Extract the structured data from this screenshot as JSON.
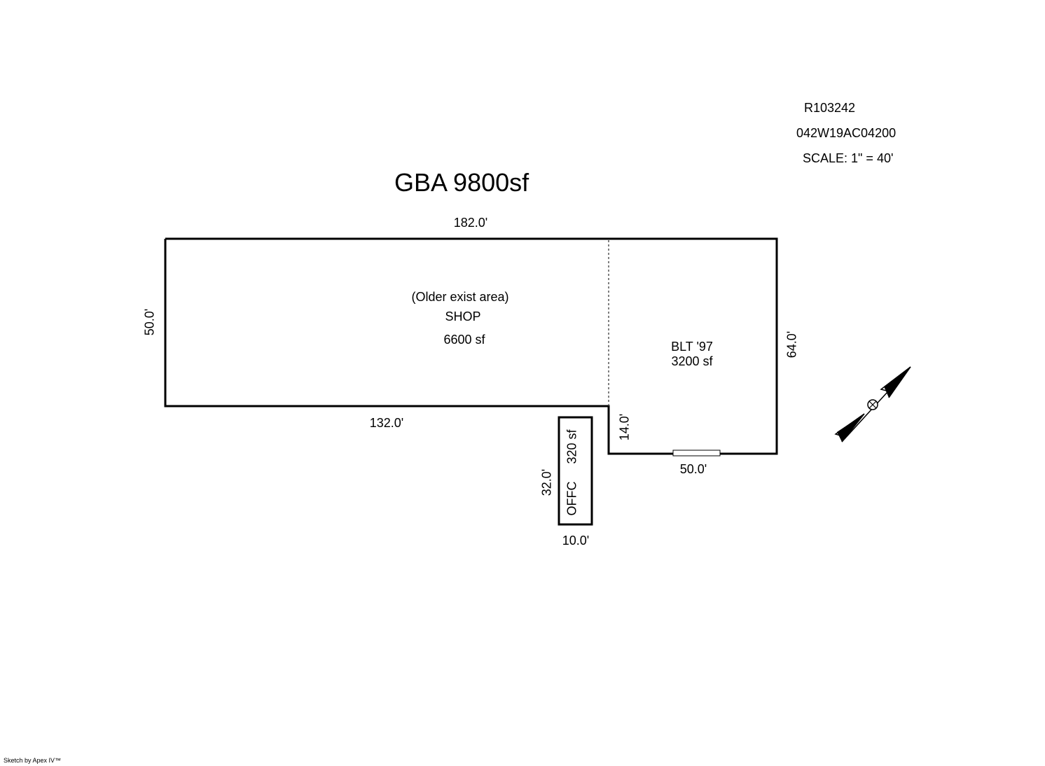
{
  "header": {
    "account": "R103242",
    "map_number": "042W19AC04200",
    "scale": "SCALE: 1\" = 40'"
  },
  "title": "GBA 9800sf",
  "dimensions": {
    "top": "182.0'",
    "left": "50.0'",
    "bottom_shop": "132.0'",
    "right": "64.0'",
    "step": "14.0'",
    "bottom_addition": "50.0'",
    "office_height": "32.0'",
    "office_width": "10.0'"
  },
  "areas": {
    "shop": {
      "note": "(Older exist area)",
      "name": "SHOP",
      "size": "6600 sf"
    },
    "addition": {
      "name": "BLT '97",
      "size": "3200 sf"
    },
    "office": {
      "name": "OFFC",
      "size": "320 sf"
    }
  },
  "footer": "Sketch by Apex IV™",
  "icons": {
    "north_arrow": "north-arrow-icon"
  }
}
